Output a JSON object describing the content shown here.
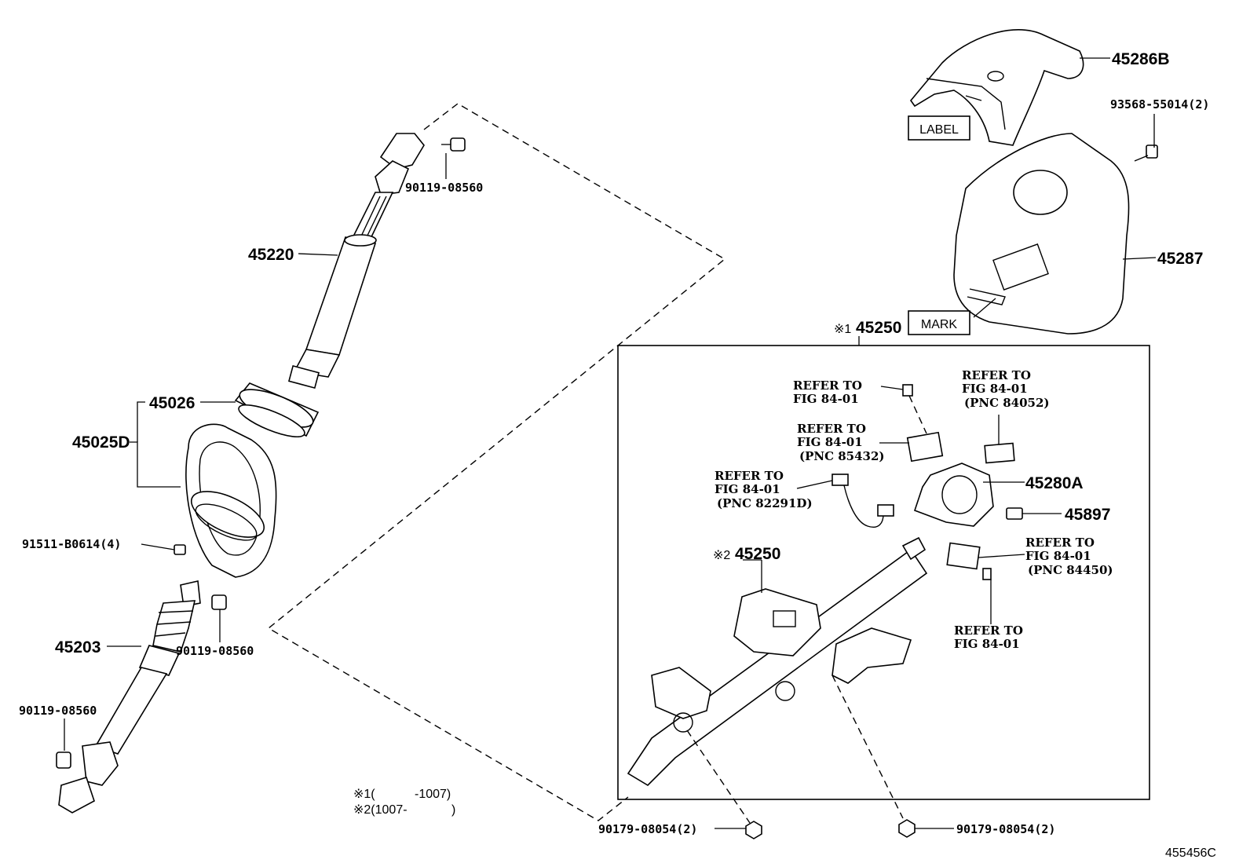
{
  "diagram_code": "455456C",
  "parts": {
    "p45286B": "45286B",
    "p93568": "93568-55014(2)",
    "p45287": "45287",
    "p45220": "45220",
    "p90119a": "90119-08560",
    "p45026": "45026",
    "p45025D": "45025D",
    "p91511": "91511-B0614(4)",
    "p45203": "45203",
    "p90119b": "90119-08560",
    "p90119c": "90119-08560",
    "p45250a_mark": "※1",
    "p45250a": "45250",
    "p45250b_mark": "※2",
    "p45250b": "45250",
    "p45280A": "45280A",
    "p45897": "45897",
    "p90179a": "90179-08054(2)",
    "p90179b": "90179-08054(2)"
  },
  "boxes": {
    "label": "LABEL",
    "mark": "MARK"
  },
  "refs": {
    "r1": {
      "l1": "REFER TO",
      "l2": "FIG 84-01",
      "l3": ""
    },
    "r2": {
      "l1": "REFER TO",
      "l2": "FIG 84-01",
      "l3": "(PNC 84052)"
    },
    "r3": {
      "l1": "REFER TO",
      "l2": "FIG 84-01",
      "l3": "(PNC 85432)"
    },
    "r4": {
      "l1": "REFER TO",
      "l2": "FIG 84-01",
      "l3": "(PNC 82291D)"
    },
    "r5": {
      "l1": "REFER TO",
      "l2": "FIG 84-01",
      "l3": "(PNC 84450)"
    },
    "r6": {
      "l1": "REFER TO",
      "l2": "FIG 84-01",
      "l3": ""
    }
  },
  "notes": {
    "n1_mark": "※1(",
    "n1_range": "-1007)",
    "n2_mark": "※2(1007-",
    "n2_range": ")"
  }
}
